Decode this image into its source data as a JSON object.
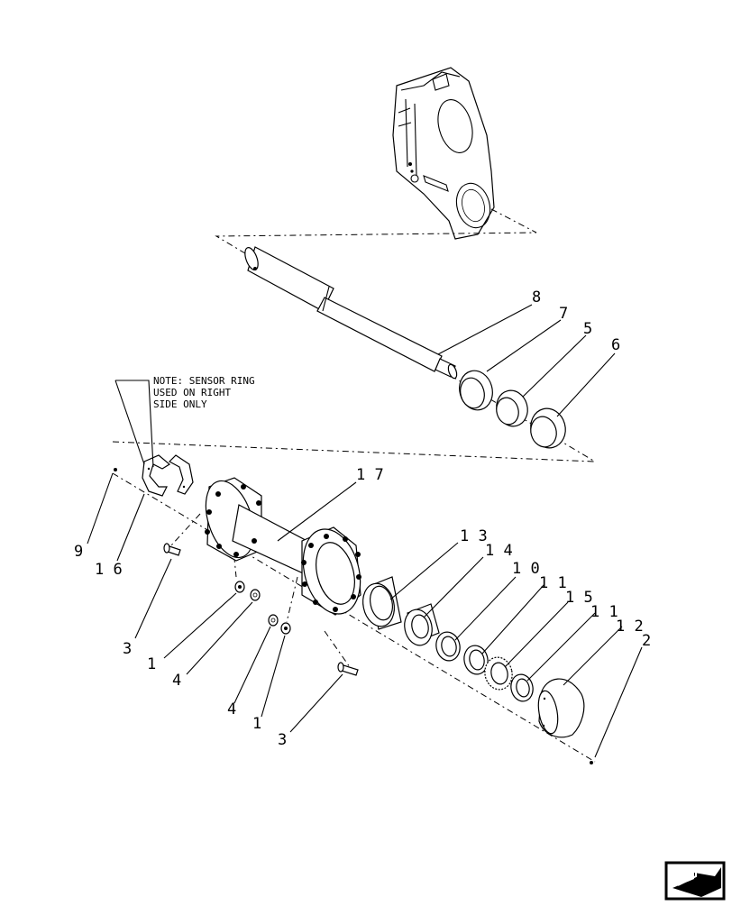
{
  "note": {
    "lines": [
      "NOTE: SENSOR RING",
      "USED ON RIGHT",
      "SIDE ONLY"
    ]
  },
  "callouts": {
    "c1": "1",
    "c1b": "1",
    "c2": "2",
    "c3": "3",
    "c3b": "3",
    "c4": "4",
    "c4b": "4",
    "c5": "5",
    "c6": "6",
    "c7": "7",
    "c8": "8",
    "c9": "9",
    "c10": "1 0",
    "c11": "1 1",
    "c11b": "1 1",
    "c12": "1 2",
    "c13": "1 3",
    "c14": "1 4",
    "c15": "1 5",
    "c16": "1 6",
    "c17": "1 7"
  },
  "icons": {
    "nav": "next-page-arrow-icon"
  }
}
